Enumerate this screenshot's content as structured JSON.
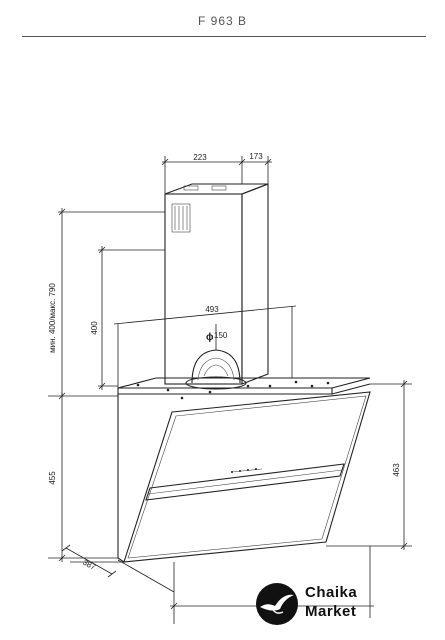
{
  "header": {
    "title": "F 963 B"
  },
  "dimensions": {
    "chimney_width": "223",
    "chimney_depth": "173",
    "hood_width": "493",
    "duct_diameter": "150",
    "duct_height": "400",
    "chimney_range": "мин. 400/макс. 790",
    "hood_height_left": "455",
    "hood_height_right": "463",
    "hood_depth": "387"
  },
  "duct_symbol": "ɸ",
  "logo": {
    "line1": "Chaika",
    "line2": "Market"
  }
}
